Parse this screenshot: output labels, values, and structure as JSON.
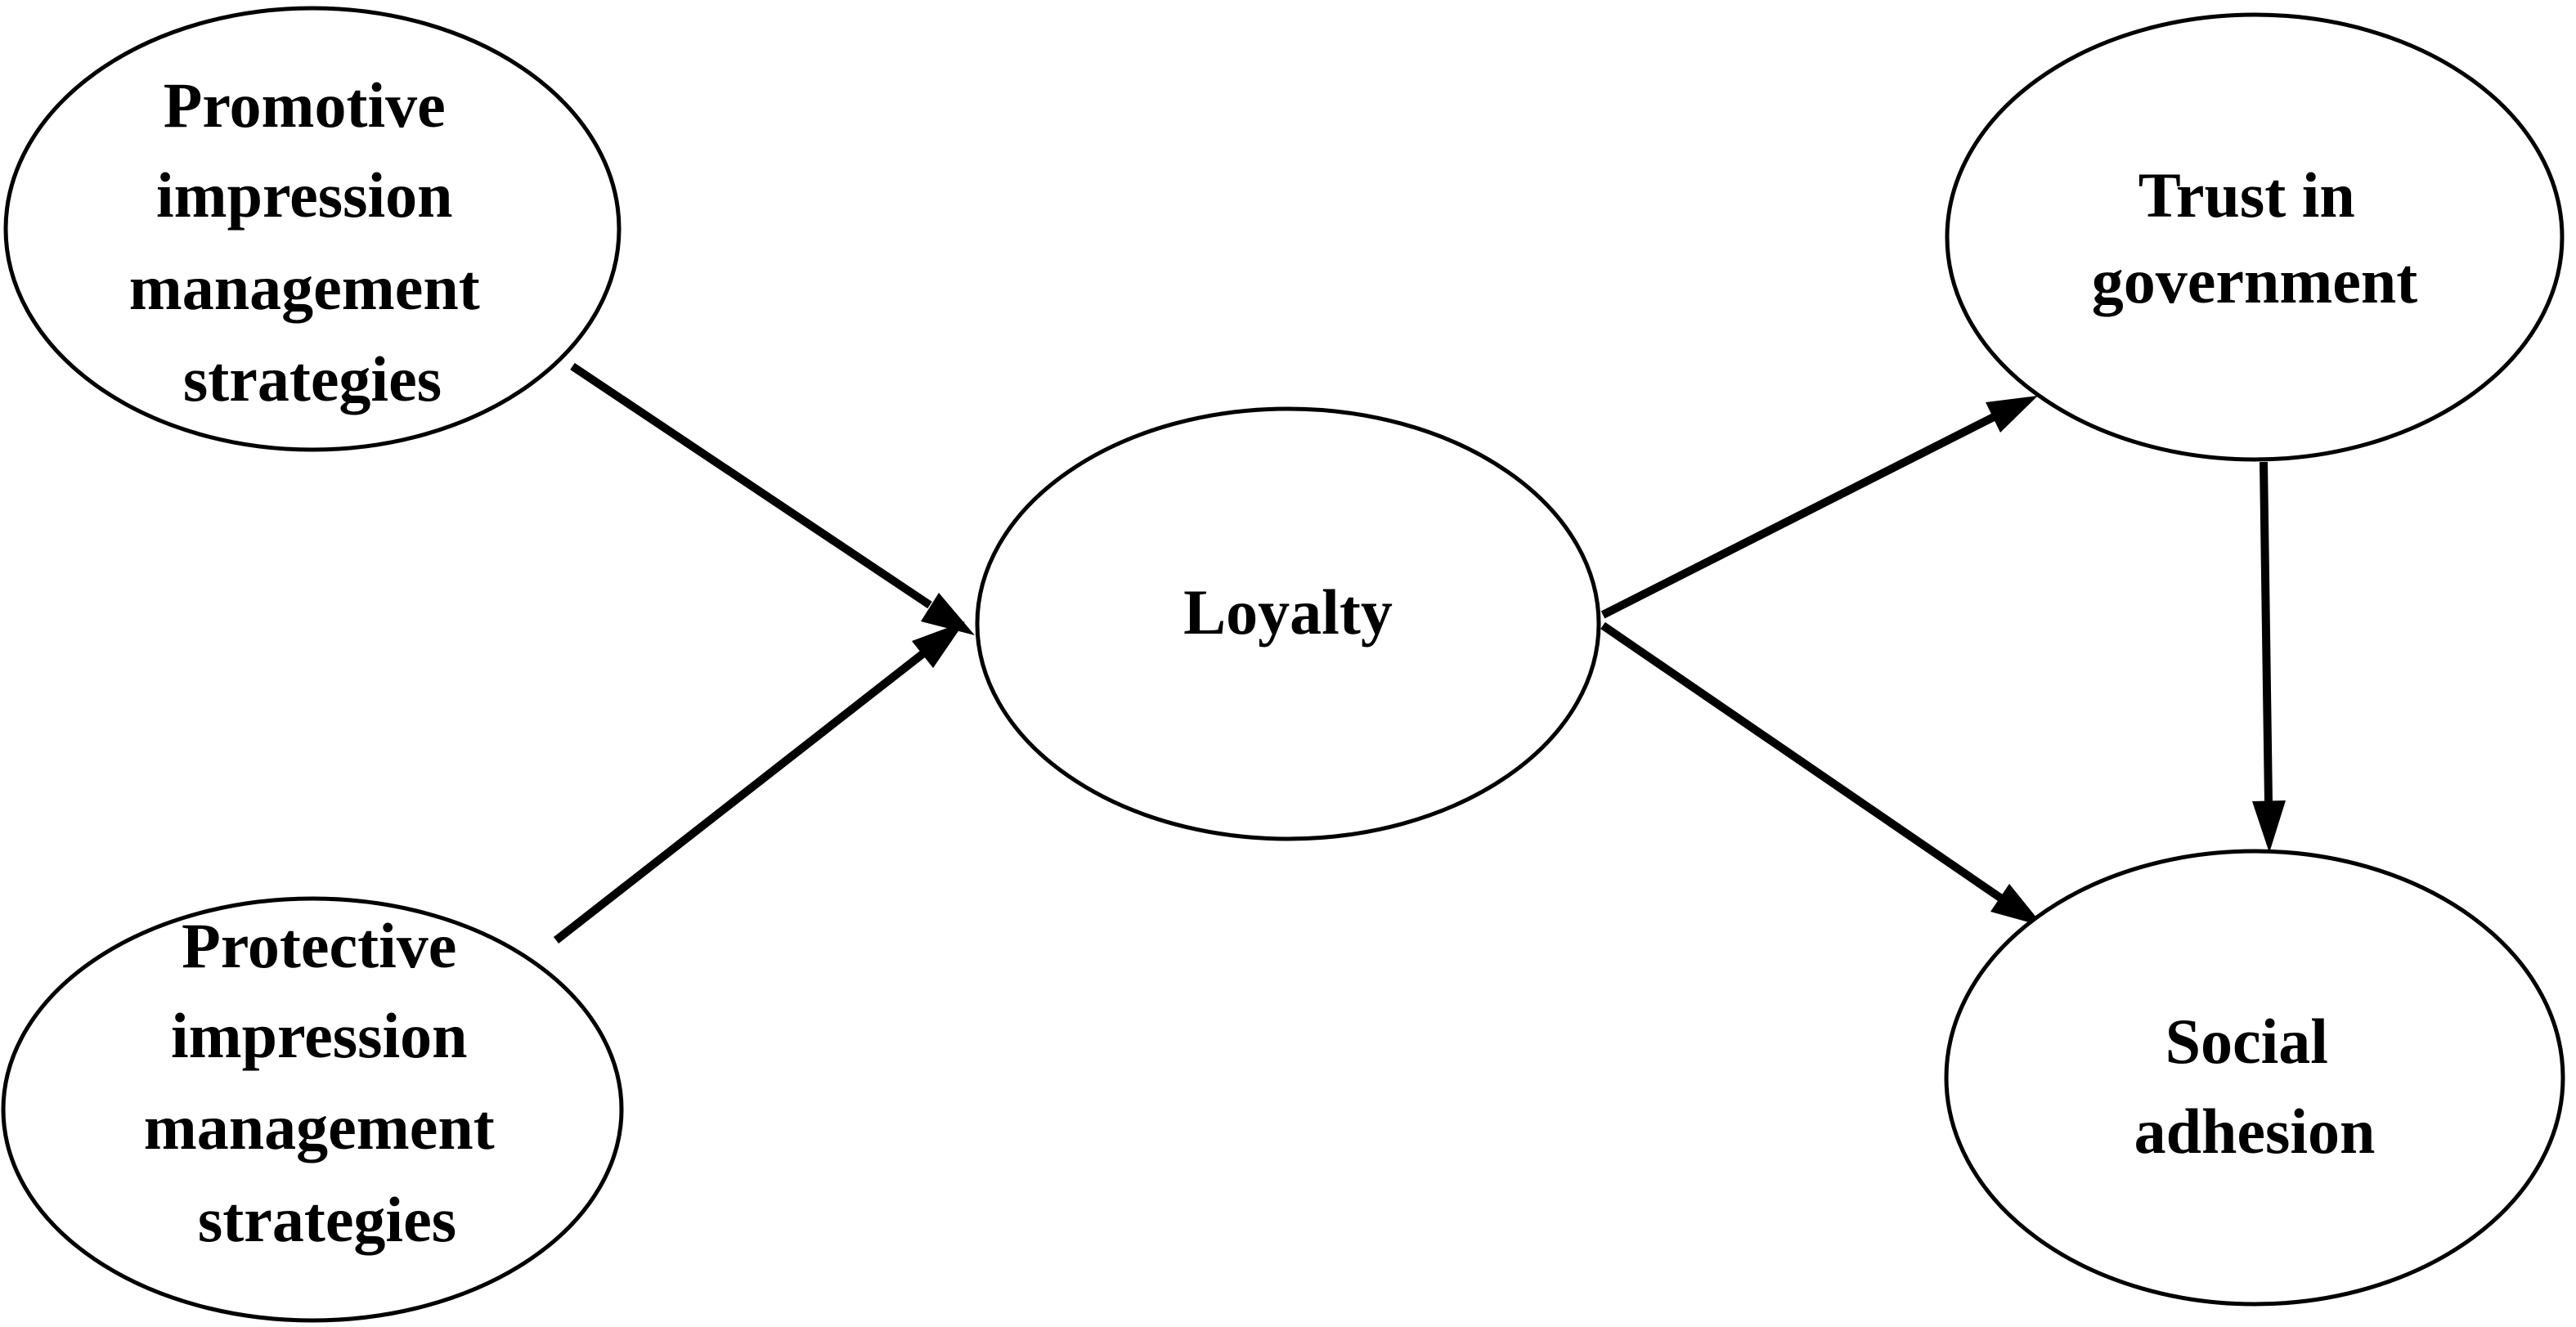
{
  "nodes": {
    "promotive": {
      "lines": [
        "Promotive",
        "impression",
        "management",
        "strategies"
      ]
    },
    "protective": {
      "lines": [
        "Protective",
        "impression",
        "management",
        "strategies"
      ]
    },
    "loyalty": {
      "lines": [
        "Loyalty"
      ]
    },
    "trust": {
      "lines": [
        "Trust in",
        "government"
      ]
    },
    "social": {
      "lines": [
        "Social",
        "adhesion"
      ]
    }
  },
  "edges": [
    {
      "from": "promotive",
      "to": "loyalty"
    },
    {
      "from": "protective",
      "to": "loyalty"
    },
    {
      "from": "loyalty",
      "to": "trust"
    },
    {
      "from": "loyalty",
      "to": "social"
    },
    {
      "from": "trust",
      "to": "social"
    }
  ],
  "colors": {
    "stroke": "#000000",
    "fill": "#ffffff",
    "text": "#000000"
  }
}
